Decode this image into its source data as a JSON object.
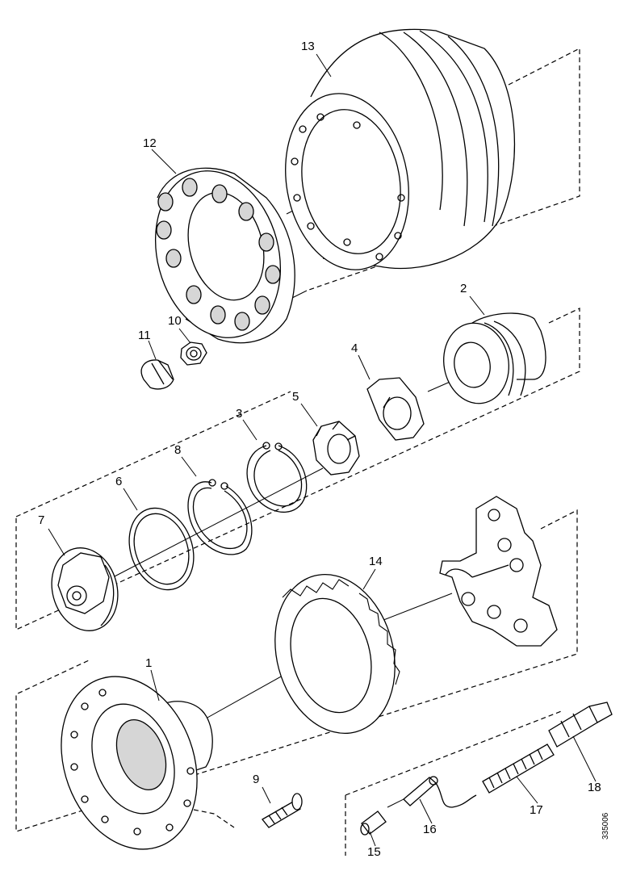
{
  "diagram": {
    "callouts": [
      "1",
      "2",
      "3",
      "4",
      "5",
      "6",
      "7",
      "8",
      "9",
      "10",
      "11",
      "12",
      "13",
      "14",
      "15",
      "16",
      "17",
      "18"
    ],
    "drawing_code": "335006"
  },
  "colors": {
    "line": "#000000",
    "shade": "#d6d6d6",
    "background": "#ffffff"
  }
}
